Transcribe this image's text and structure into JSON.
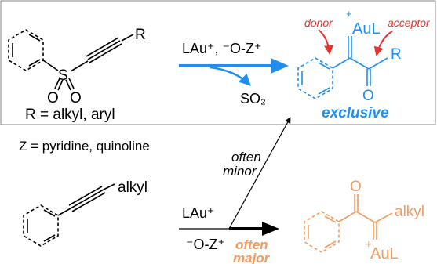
{
  "top_box": {
    "substituent_r": "R",
    "sulfur": "S",
    "oxygen_left": "O",
    "oxygen_right": "O",
    "r_definition": "R = alkyl, aryl",
    "reagents": "LAu⁺, ⁻O-Z⁺",
    "byproduct": "SO₂",
    "product": {
      "plus": "+",
      "gold_ligand": "AuL",
      "substituent_r": "R",
      "carbonyl_o": "O",
      "donor_label": "donor",
      "acceptor_label": "acceptor",
      "selectivity": "exclusive"
    }
  },
  "z_definition": "Z = pyridine, quinoline",
  "bottom": {
    "alkyne_substituent": "alkyl",
    "reagent_top": "LAu⁺",
    "reagent_bottom": "⁻O-Z⁺",
    "minor_label_line1": "often",
    "minor_label_line2": "minor",
    "major_label_line1": "often",
    "major_label_line2": "major",
    "product": {
      "carbonyl_o": "O",
      "alkyl": "alkyl",
      "plus": "+",
      "gold_ligand": "AuL"
    }
  },
  "colors": {
    "blue": "#1f8ef0",
    "red": "#e8322a",
    "orange": "#f59a5e",
    "black": "#000000",
    "box_border": "#9a9a9a"
  }
}
